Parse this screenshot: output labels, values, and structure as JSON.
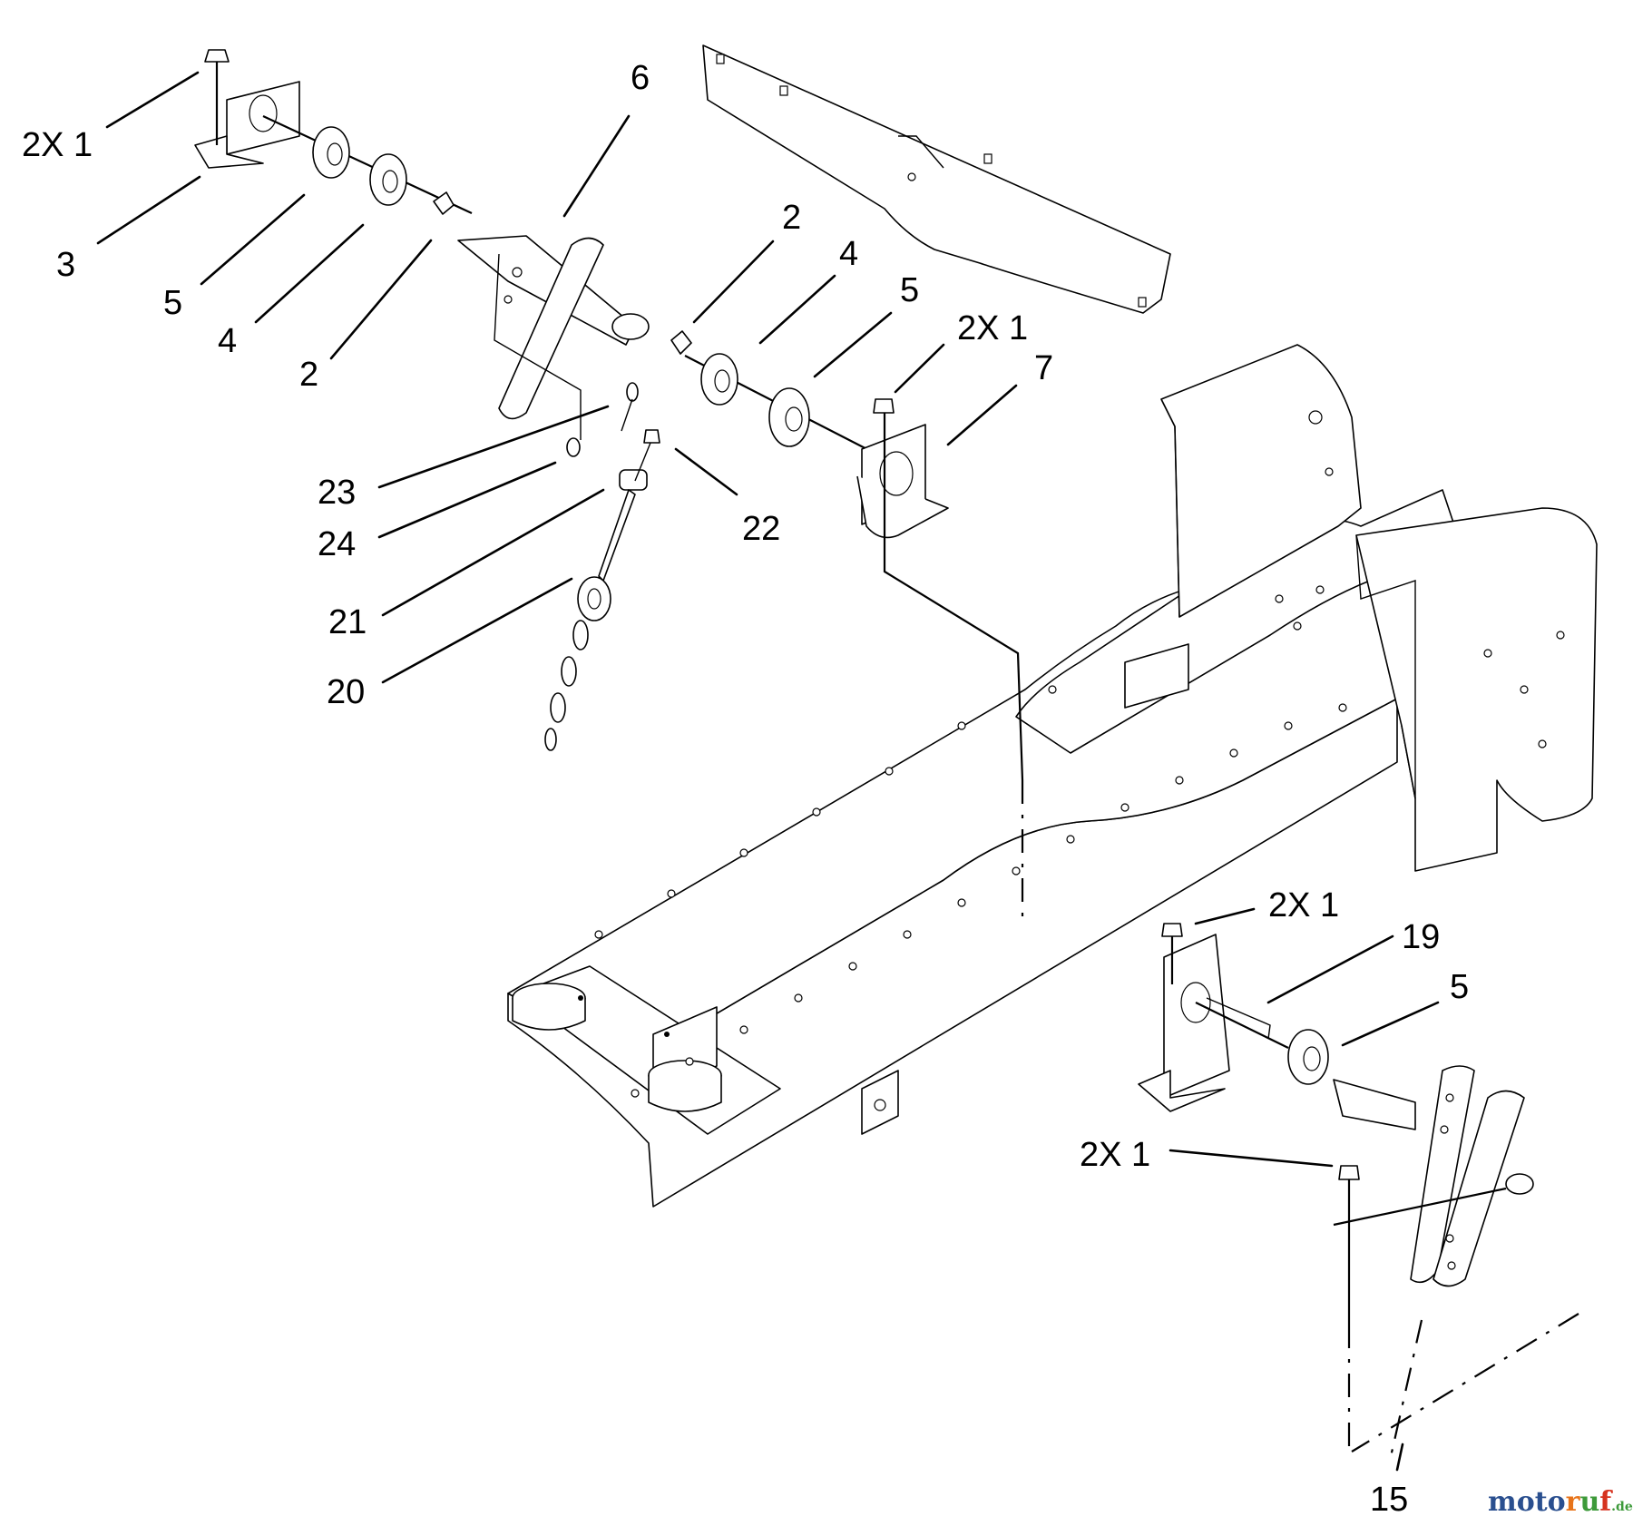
{
  "callouts": [
    {
      "id": "c1",
      "text": "2X 1"
    },
    {
      "id": "c2",
      "text": "6"
    },
    {
      "id": "c3",
      "text": "3"
    },
    {
      "id": "c4",
      "text": "5"
    },
    {
      "id": "c5",
      "text": "4"
    },
    {
      "id": "c6",
      "text": "2"
    },
    {
      "id": "c7",
      "text": "2"
    },
    {
      "id": "c8",
      "text": "4"
    },
    {
      "id": "c9",
      "text": "5"
    },
    {
      "id": "c10",
      "text": "2X 1"
    },
    {
      "id": "c11",
      "text": "7"
    },
    {
      "id": "c12",
      "text": "23"
    },
    {
      "id": "c13",
      "text": "24"
    },
    {
      "id": "c14",
      "text": "22"
    },
    {
      "id": "c15",
      "text": "21"
    },
    {
      "id": "c16",
      "text": "20"
    },
    {
      "id": "c17",
      "text": "2X 1"
    },
    {
      "id": "c18",
      "text": "19"
    },
    {
      "id": "c19",
      "text": "5"
    },
    {
      "id": "c20",
      "text": "2X 1"
    },
    {
      "id": "c21",
      "text": "15"
    }
  ],
  "watermark": {
    "text_main": "motoruf",
    "text_suffix": ".de",
    "letter_colors": [
      "#2a4f8f",
      "#2a4f8f",
      "#2a4f8f",
      "#2a4f8f",
      "#e8741a",
      "#3d9a3a",
      "#d6331f"
    ]
  }
}
